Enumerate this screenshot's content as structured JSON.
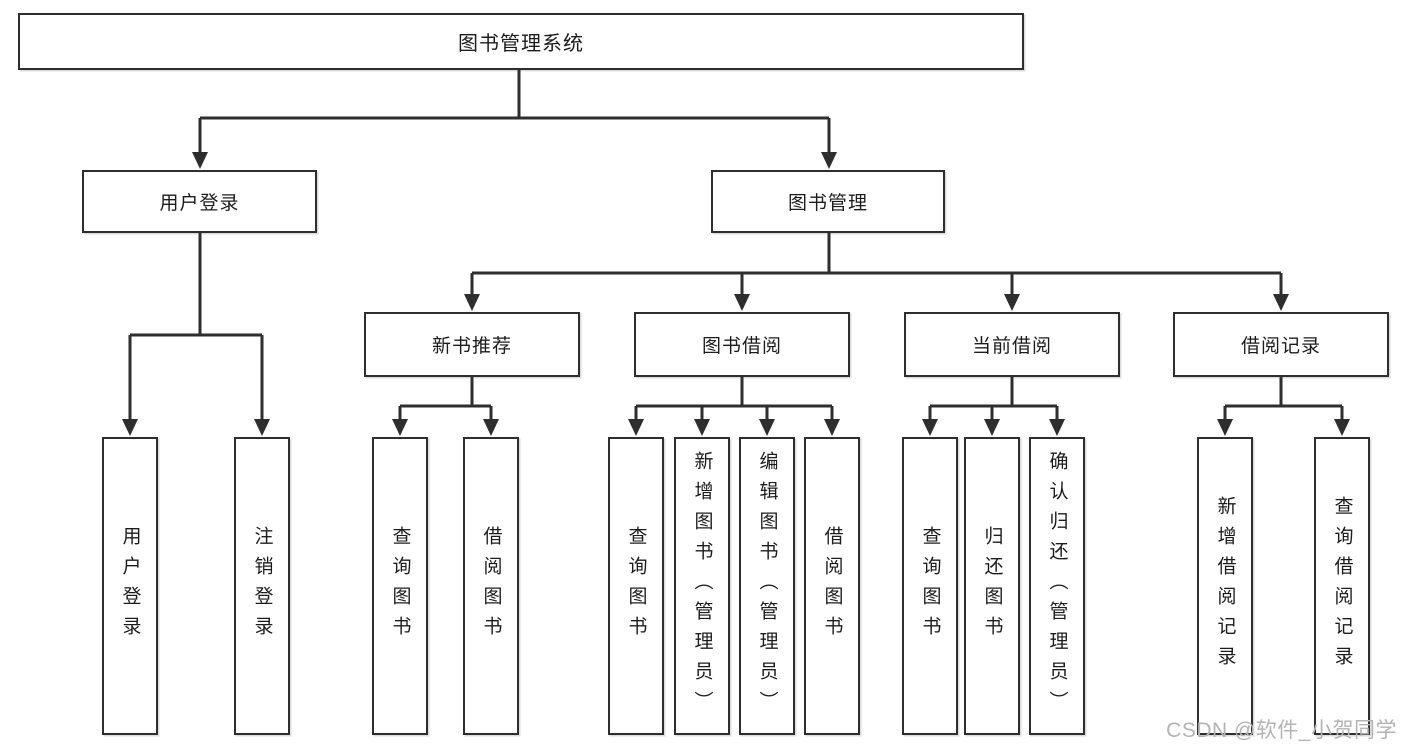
{
  "diagram": {
    "title": "图书管理系统",
    "login_branch": {
      "label": "用户登录",
      "children": [
        "用户登录",
        "注销登录"
      ]
    },
    "management_branch": {
      "label": "图书管理",
      "modules": [
        {
          "label": "新书推荐",
          "children": [
            "查询图书",
            "借阅图书"
          ]
        },
        {
          "label": "图书借阅",
          "children": [
            "查询图书",
            "新增图书（管理员）",
            "编辑图书（管理员）",
            "借阅图书"
          ]
        },
        {
          "label": "当前借阅",
          "children": [
            "查询图书",
            "归还图书",
            "确认归还（管理员）"
          ]
        },
        {
          "label": "借阅记录",
          "children": [
            "新增借阅记录",
            "查询借阅记录"
          ]
        }
      ]
    }
  },
  "watermark": {
    "text": "CSDN @软件_小贺同学"
  },
  "colors": {
    "line": "#2e2e2e",
    "box_border": "#2e2e2e",
    "text": "#1c1c1c",
    "watermark": "#b4b4b4",
    "background": "#ffffff"
  }
}
